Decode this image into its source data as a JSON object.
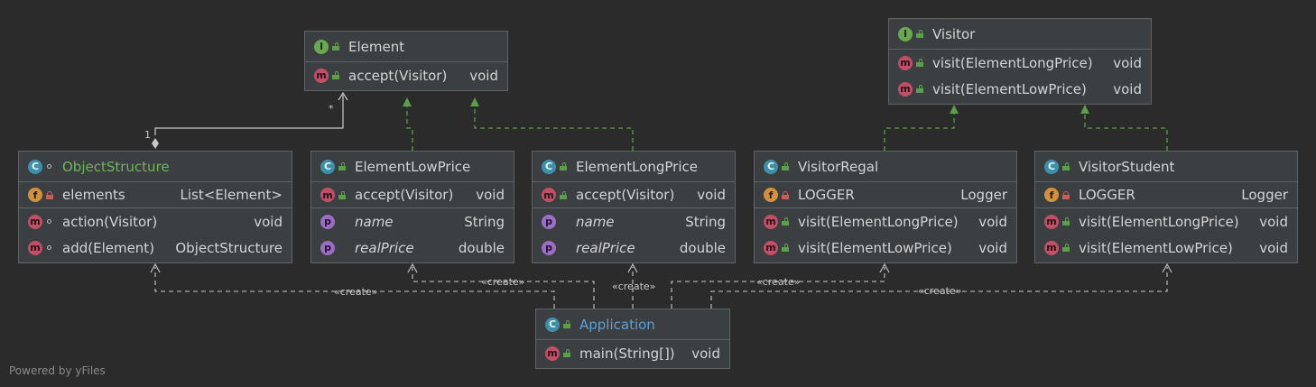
{
  "diagram": {
    "footer": "Powered by yFiles",
    "create_label": "«create»",
    "multiplicity_one": "1",
    "multiplicity_many": "*",
    "colors": {
      "background": "#2b2b2b",
      "node_fill": "#3b3f41",
      "node_border": "#5d6265",
      "edge_dashed": "#c8c8c8",
      "realization": "#5aa046",
      "interface_badge": "#6aa84f",
      "class_badge": "#3e8fa8",
      "method_badge": "#c04f67",
      "field_badge": "#d2923d",
      "property_badge": "#9b6ec4"
    }
  },
  "classes": {
    "element": {
      "kind": "I",
      "title": "Element",
      "members": [
        {
          "badge": "m",
          "name": "accept(Visitor)",
          "type": "void"
        }
      ]
    },
    "visitor": {
      "kind": "I",
      "title": "Visitor",
      "members": [
        {
          "badge": "m",
          "name": "visit(ElementLongPrice)",
          "type": "void"
        },
        {
          "badge": "m",
          "name": "visit(ElementLowPrice)",
          "type": "void"
        }
      ]
    },
    "object_structure": {
      "kind": "C",
      "title": "ObjectStructure",
      "members": [
        {
          "badge": "f",
          "name": "elements",
          "type": "List<Element>"
        },
        {
          "badge": "m",
          "name": "action(Visitor)",
          "type": "void"
        },
        {
          "badge": "m",
          "name": "add(Element)",
          "type": "ObjectStructure"
        }
      ]
    },
    "element_low_price": {
      "kind": "C",
      "title": "ElementLowPrice",
      "members": [
        {
          "badge": "m",
          "name": "accept(Visitor)",
          "type": "void"
        },
        {
          "badge": "p",
          "name": "name",
          "type": "String"
        },
        {
          "badge": "p",
          "name": "realPrice",
          "type": "double"
        }
      ]
    },
    "element_long_price": {
      "kind": "C",
      "title": "ElementLongPrice",
      "members": [
        {
          "badge": "m",
          "name": "accept(Visitor)",
          "type": "void"
        },
        {
          "badge": "p",
          "name": "name",
          "type": "String"
        },
        {
          "badge": "p",
          "name": "realPrice",
          "type": "double"
        }
      ]
    },
    "visitor_regal": {
      "kind": "C",
      "title": "VisitorRegal",
      "members": [
        {
          "badge": "f",
          "name": "LOGGER",
          "type": "Logger"
        },
        {
          "badge": "m",
          "name": "visit(ElementLongPrice)",
          "type": "void"
        },
        {
          "badge": "m",
          "name": "visit(ElementLowPrice)",
          "type": "void"
        }
      ]
    },
    "visitor_student": {
      "kind": "C",
      "title": "VisitorStudent",
      "members": [
        {
          "badge": "f",
          "name": "LOGGER",
          "type": "Logger"
        },
        {
          "badge": "m",
          "name": "visit(ElementLongPrice)",
          "type": "void"
        },
        {
          "badge": "m",
          "name": "visit(ElementLowPrice)",
          "type": "void"
        }
      ]
    },
    "application": {
      "kind": "C",
      "title": "Application",
      "members": [
        {
          "badge": "m",
          "name": "main(String[])",
          "type": "void"
        }
      ]
    }
  }
}
